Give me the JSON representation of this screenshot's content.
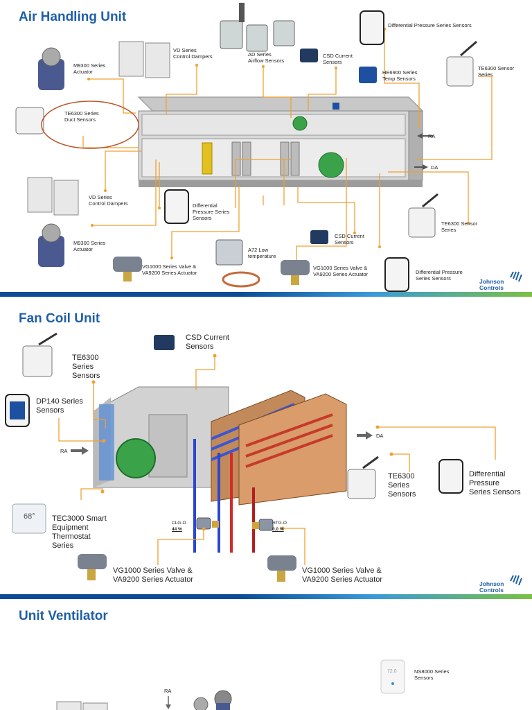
{
  "colors": {
    "title": "#1f5fa8",
    "leader_line": "#f0a030",
    "stripe_start": "#0a4d96",
    "stripe_end": "#7ac143"
  },
  "panel1": {
    "title": "Air Handling Unit",
    "labels": {
      "m9300_top": "M9300 Series\nActuator",
      "vd_top": "VD Series\nControl Dampers",
      "ad": "AD Series\nAirflow Sensors",
      "csd_top": "CSD Current\nSensors",
      "dp_top": "Differential Pressure Series Sensors",
      "he6900": "HE6900 Series\nTemp Sensors",
      "te6300_right_top": "TE6300 Sensor\nSeries",
      "te6300_duct": "TE6300 Series\nDuct Sensors",
      "ra": "RA",
      "da": "DA",
      "vd_bottom": "VD Series\nControl Dampers",
      "dp_mid": "Differential\nPressure Series\nSensors",
      "m9300_bottom": "M9300 Series\nActuator",
      "csd_bottom": "CSD Current\nSensors",
      "te6300_right_bottom": "TE6300 Sensor\nSeries",
      "a72": "A72 Low\ntemperature",
      "vg1000_left": "VG1000 Series Valve &\nVA9200 Series Actuator",
      "vg1000_right": "VG1000 Series Valve &\nVA9200 Series Actuator",
      "dp_bottom": "Differential Pressure\nSeries Sensors"
    },
    "logo": "Johnson\nControls"
  },
  "panel2": {
    "title": "Fan Coil Unit",
    "labels": {
      "csd": "CSD Current\nSensors",
      "te6300_left": "TE6300\nSeries\nSensors",
      "dp140": "DP140 Series\nSensors",
      "ra": "RA",
      "da": "DA",
      "te6300_right": "TE6300\nSeries\nSensors",
      "dp_right": "Differential\nPressure\nSeries Sensors",
      "tec3000": "TEC3000 Smart\nEquipment\nThermostat\nSeries",
      "thermostat_temp": "68°",
      "clg_label": "CLG-O",
      "clg_value": "44 %",
      "htg_label": "HTG-O",
      "htg_value": "0.0 %",
      "vg1000_left": "VG1000 Series Valve &\nVA9200 Series Actuator",
      "vg1000_right": "VG1000 Series Valve &\nVA9200 Series Actuator"
    },
    "logo": "Johnson\nControls"
  },
  "panel3": {
    "title": "Unit Ventilator",
    "labels": {
      "ns8000": "NS8000 Series\nSensors",
      "ns8000_screen": "72.0",
      "ra": "RA"
    }
  }
}
